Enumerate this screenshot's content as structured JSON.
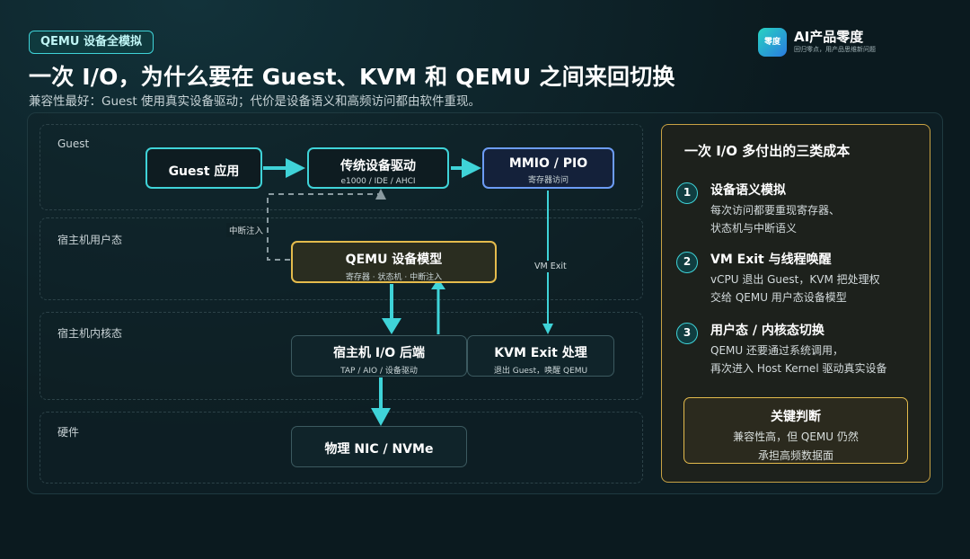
{
  "tag": "QEMU 设备全模拟",
  "title": "一次 I/O，为什么要在 Guest、KVM 和 QEMU 之间来回切换",
  "subtitle": "兼容性最好：Guest 使用真实设备驱动；代价是设备语义和高频访问都由软件重现。",
  "brand": {
    "logo_text": "零度",
    "name": "AI产品零度",
    "slogan": "回归零点，用产品思维新问题",
    "logo_colors": [
      "#27d3c1",
      "#2a7be0"
    ]
  },
  "lanes": {
    "guest": "Guest",
    "host_user": "宿主机用户态",
    "host_kernel": "宿主机内核态",
    "hardware": "硬件"
  },
  "nodes": {
    "guest_app": {
      "title": "Guest 应用"
    },
    "legacy_driver": {
      "title": "传统设备驱动",
      "sub": "e1000 / IDE / AHCI"
    },
    "mmio_pio": {
      "title": "MMIO / PIO",
      "sub": "寄存器访问"
    },
    "qemu_model": {
      "title": "QEMU 设备模型",
      "sub": "寄存器 · 状态机 · 中断注入"
    },
    "host_io_backend": {
      "title": "宿主机 I/O 后端",
      "sub": "TAP / AIO / 设备驱动"
    },
    "kvm_exit": {
      "title": "KVM Exit 处理",
      "sub": "退出 Guest，唤醒 QEMU"
    },
    "physical_nic": {
      "title": "物理 NIC / NVMe"
    }
  },
  "connector_labels": {
    "interrupt": "中断注入",
    "vm_exit": "VM Exit"
  },
  "colors": {
    "accent_cyan": "#3fd3d8",
    "accent_blue": "#6c9cf5",
    "accent_yellow": "#e4bb4c",
    "dashed_gray": "#8a9aa0"
  },
  "side_panel": {
    "title": "一次 I/O 多付出的三类成本",
    "items": [
      {
        "num": "1",
        "title": "设备语义模拟",
        "lines": [
          "每次访问都要重现寄存器、",
          "状态机与中断语义"
        ]
      },
      {
        "num": "2",
        "title": "VM Exit 与线程唤醒",
        "lines": [
          "vCPU 退出 Guest，KVM 把处理权",
          "交给 QEMU 用户态设备模型"
        ]
      },
      {
        "num": "3",
        "title": "用户态 / 内核态切换",
        "lines": [
          "QEMU 还要通过系统调用，",
          "再次进入 Host Kernel 驱动真实设备"
        ]
      }
    ],
    "judgement": {
      "title": "关键判断",
      "lines": [
        "兼容性高，但 QEMU 仍然",
        "承担高频数据面"
      ]
    }
  }
}
